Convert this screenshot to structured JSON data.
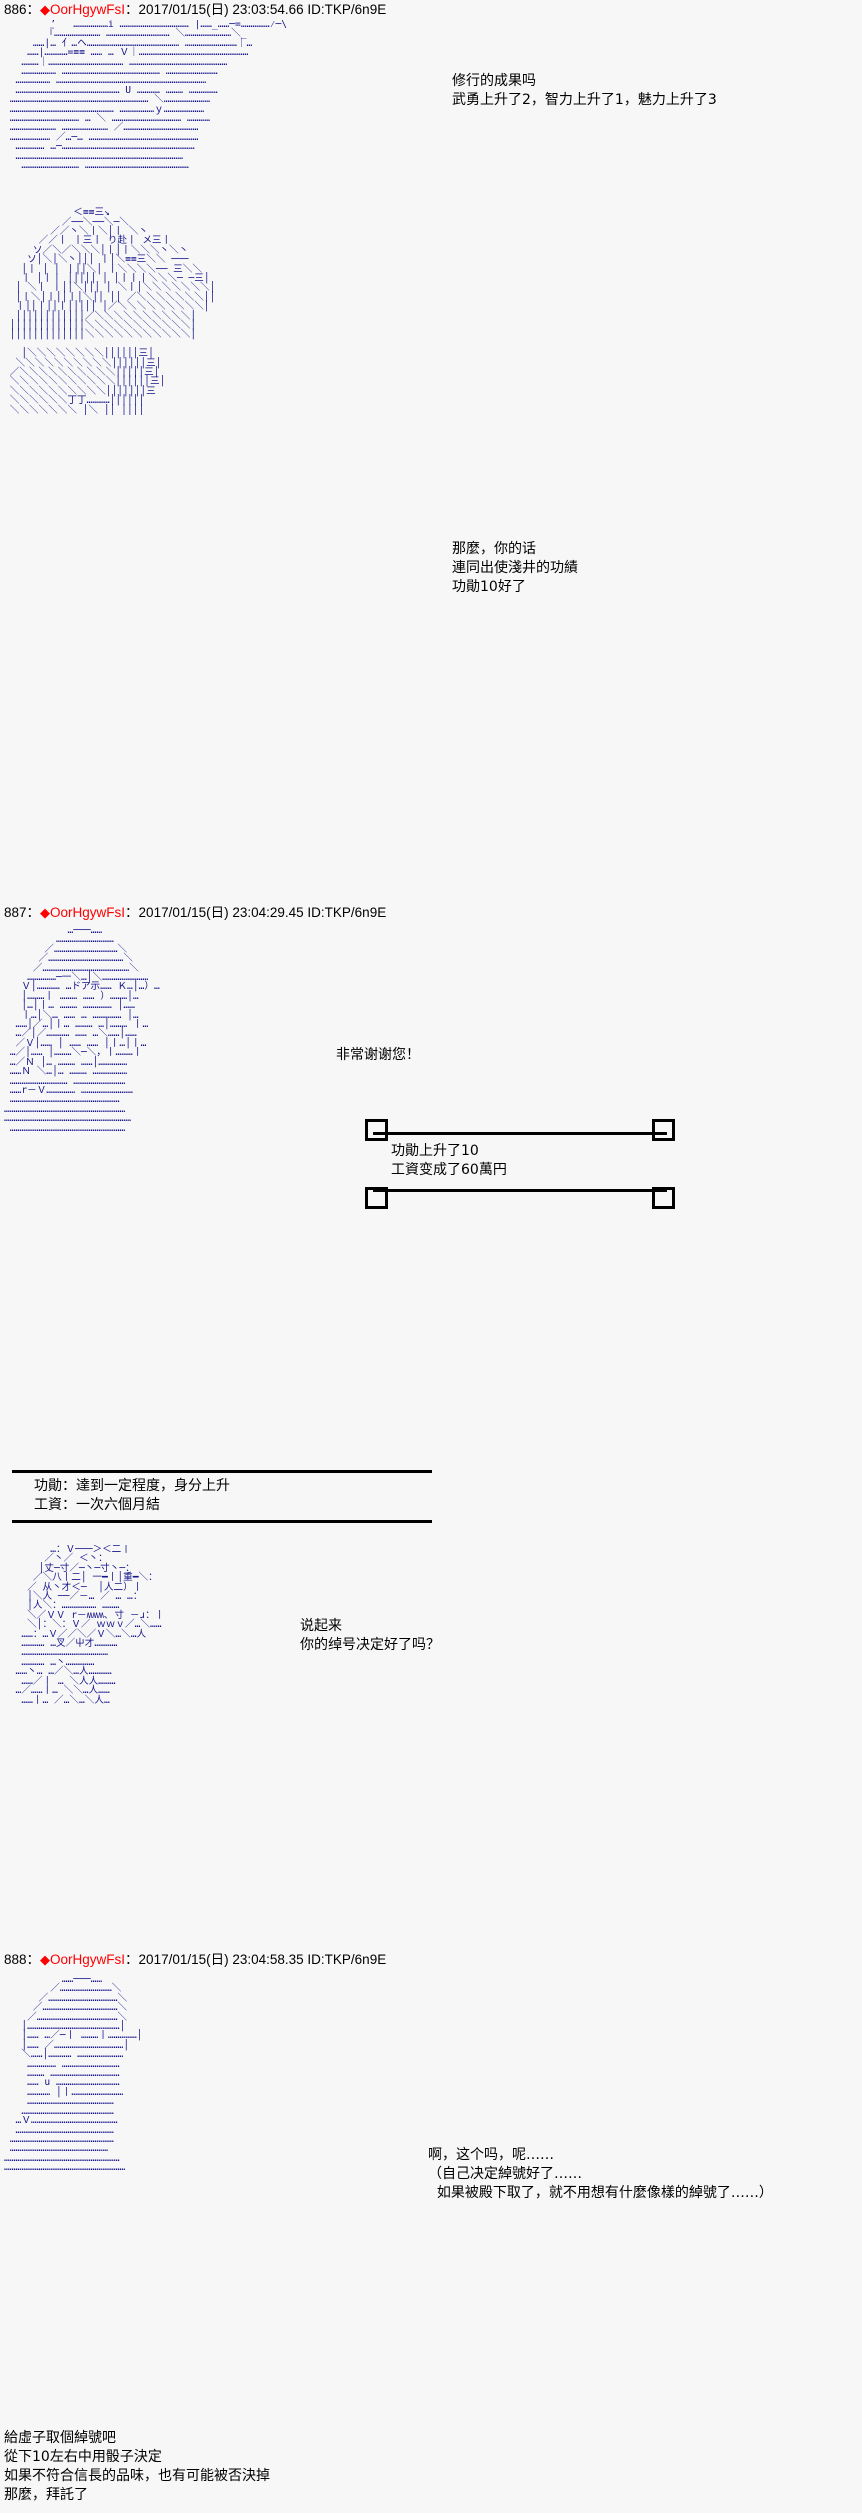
{
  "board": {
    "background_color": "#F7F7F7",
    "name_color": "#FF0000",
    "aa_color": "#11118a",
    "marker": "◆"
  },
  "posts": [
    {
      "number": "886",
      "separator": "：",
      "name": "OorHgywFsI",
      "meta": "：2017/01/15(日) 23:03:54.66 ID:TKP/6n9E",
      "dialogues": [
        {
          "id": "d886a",
          "text": "修行的成果吗\n武勇上升了2，智力上升了1，魅力上升了3"
        },
        {
          "id": "d886b",
          "text": "那麼，你的话\n連同出使淺井的功績\n功勛10好了"
        }
      ],
      "aa": [
        "        ’   ………………i ……………………………… |……_……─=……………⁄─\\",
        "       『…………………… …………………………… ＼……………………＼_",
        "     ……|… 亻…ヘ………………………………………… ………………………｜…",
        "    ……|…………=≡≡ …… … Ｖ｜…………………………………………………",
        "   ………｜………………………………… ……………………………………………",
        "   ……………… …………………………………………… ………………………",
        "  ……………… ……………………………………………………………………",
        "  ……………………………………………… U ………… ……… ……………",
        " ……………………………………………………………… ＼……………………",
        " ……………………………………………… ………………ｙ…………………",
        " ……………………………… … ＼ ……………………………… …………",
        " …………………… …………………… ／…………………………………",
        " ………………… ／…─… …………………………………………………",
        "  …………… …─……………………………………………………………",
        "  ……………………………………………………………………………",
        "   ………………………… ………………………………………………",
        "",
        "",
        "",
        "",
        "            ＜≡≡三↘",
        "          ／──＼──＼─＼",
        "        ／／丶＼丨＼│丨 ＼丶",
        "      ／／丨 丨三丨 り赴丨 メ三丨",
        "     ソ／＼／＼＼＼│丨│丨＼＼＼丶＼丶",
        "    ソ│＼│＼丶││㄰│ 丨│＼≡≡三＼＼ ───",
        "   │丨 │ ㄰│ 丨││＼│ 丨＼＼＼＼── 三＼＼",
        "   丨 │丨丨 │││││ │ │丨丨丨＼＼＼─ ─三│",
        "  │ ＼丨 丨││＼│││ │ ＼丨│＼＼＼＼＼＼＼│",
        "  │丨＼│丨││丨│＼││ ││ ／＼＼＼＼＼＼＼││",
        "  丨││丨││丨│││││ │／＼＼＼＼＼＼＼＼＼│",
        "  ││││││││││││／＼＼＼＼＼＼＼＼＼＼│",
        " │││││││││││││＼＼＼＼＼＼＼＼＼＼＼│",
        " │││││││││││││＼＼＼＼＼＼＼＼＼＼＼│",
        "",
        "   │＼＼＼＼＼＼＼＼││││││三│",
        "  ＼＼＼＼＼＼＼＼＼＼││││││三│",
        " ／＼＼＼＼＼＼＼＼＼＼│││││三│",
        " ＼＼＼＼＼＼＼＼＼＼＼││││││三│",
        " ＼＼＼＼＼＼＼＼＼＼│││││││三",
        " ＼＼＼＼＼＼丁丁…………││││││",
        " ＼＼＼＼＼＼＼ │＼ ││ ││││"
      ]
    },
    {
      "number": "887",
      "separator": "：",
      "name": "OorHgywFsI",
      "meta": "：2017/01/15(日) 23:04:29.45 ID:TKP/6n9E",
      "dialogues": [
        {
          "id": "d887a",
          "text": "非常谢谢您！"
        },
        {
          "id": "d887b",
          "text": "说起来\n你的绰号决定好了吗？"
        }
      ],
      "bracket_box": {
        "text": "功勛上升了10\n工資变成了60萬円"
      },
      "rule_box": {
        "text": "功勛：達到一定程度，身分上升\n工資：一次六個月結"
      },
      "aa": [
        "           …───……",
        "         …………………………",
        "       ／……………………………＼",
        "      ／…………………………………＼",
        "     ／………………………………………＼",
        "    ……………─一＼…│＼……………………",
        "   Ｖ│………… …ドア示…… Ｋ…│…）…",
        "   │………丨 ……… …… ）………│…",
        "   │…│丨… ……… …………… │……",
        "   丨…│＼… …… … …………… │…",
        "  ……│／…│丨… ……… …│……… 丨…",
        "  …／│／………… …… …＼……│……",
        "  ／Ｖ│…… │ …… …… │丨…│丨…",
        " …／│…… │………＼─＼，丨………丨",
        " …／Ｎ │… ……… ……│……………",
        " ……Ｎ ＼…│… ……… ………………",
        " ………………………… ………………………",
        " ……r－Ｖ…………… ………………………",
        " …………………………………………………",
        "………………………………………………………",
        "…………………………………………………………",
        " ……………………………………………………"
      ],
      "aa2": [
        "        …：Ｖ───＞＜二丨",
        "       ／丶／ ＜㄰＜：丶：",
        "      │丈─寸／─丶─寸丶─：",
        "     ／＼八丨二│ 一━丨│重━＼：",
        "    ／ 从丶才＜─  │人二）丨",
        "    │＼人 ──／－… ／ … …：",
        "    │人＼：……………… ………",
        "    ＼／ＶＶ r－ʍʍʍ､ 寸 －ɹ：丨",
        "    ＼│：＼：Ｖ／ ｗｗｖ／…＼……",
        "   ……：…Ｖ／／＼／Ｖ＼…＼…人",
        "   ………… …叉／屮才…………",
        "   ………………………………………",
        "   ………… …㄰：丶……………",
        "  ……丶… …／＼…人…………",
        "   ……／丨 … ＼人人………",
        "  …／……丨… ＼＼…人……",
        "   ……丨… ／…＼…＼人…"
      ]
    },
    {
      "number": "888",
      "separator": "：",
      "name": "OorHgywFsI",
      "meta": "：2017/01/15(日) 23:04:58.35 ID:TKP/6n9E",
      "dialogues": [
        {
          "id": "d888a",
          "text": "啊，这个吗，呢……\n（自己决定綽號好了……\n  如果被殿下取了，就不用想有什麼像樣的綽號了……）"
        }
      ],
      "aa": [
        "          ……───……",
        "        ／………………………＼",
        "      ／………………………………＼",
        "     ／…………………………………＼",
        "    ／……………………………………＼",
        "   │…………………………………………│",
        "   │…… …／─丨 ………丨……………│",
        "   │…… ／………………………………│",
        "   ＼……│………… ……………………",
        "    …………… …………………………",
        "    ……… ………………………………",
        "    …… u ……………………………",
        "    ………… │丨………………………",
        "    ………………………………………",
        "   …………………………………………",
        "  …Ｖ………………………………………",
        "  ……………………………………………",
        " ………………………………………………",
        " ……………………………………………",
        "……………………………………………………",
        "………………………………………………………"
      ]
    }
  ],
  "narration": {
    "text": "給虛子取個綽號吧\n從下10左右中用骰子決定\n如果不符合信長的品味，也有可能被否決掉\n那麼，拜託了"
  }
}
